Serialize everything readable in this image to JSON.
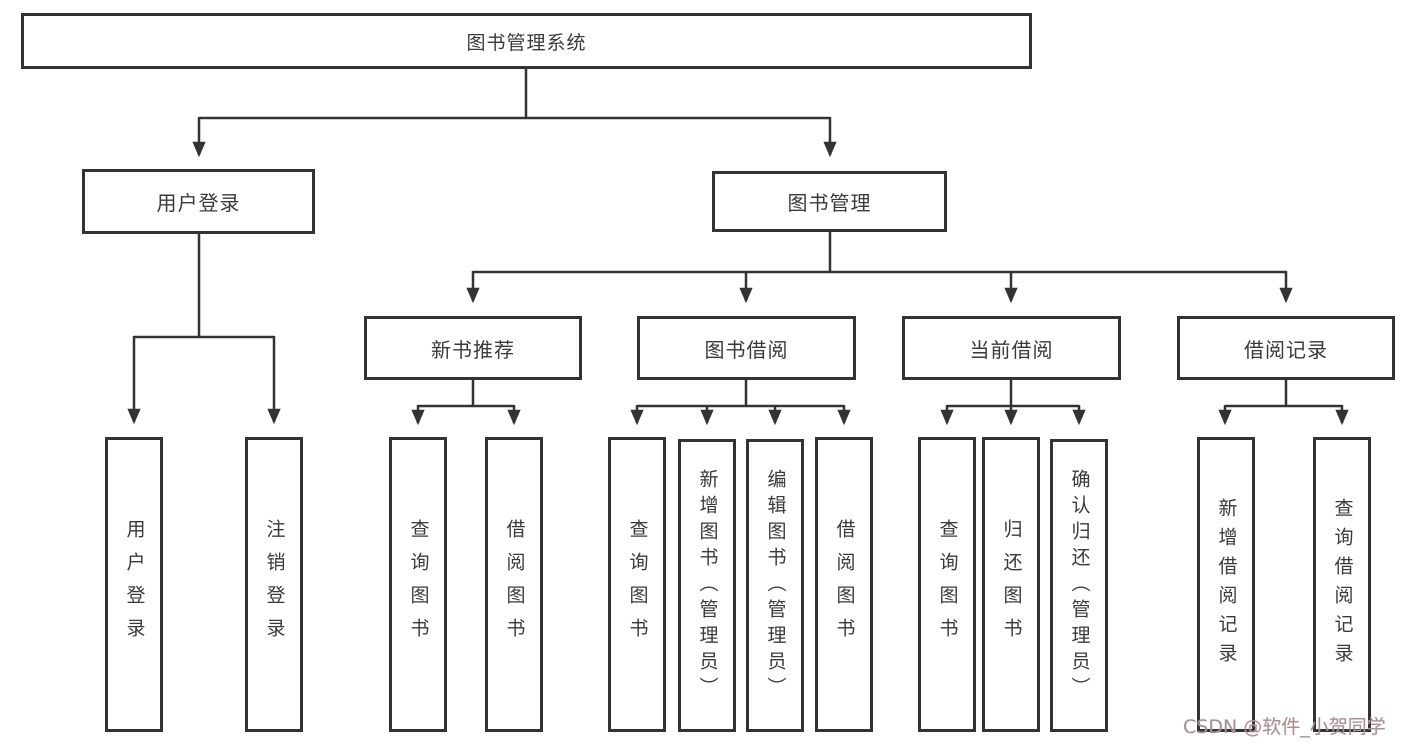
{
  "colors": {
    "line": "#333333",
    "text": "#3a3a3a",
    "box-bg": "#ffffff",
    "watermark": "#a29292"
  },
  "diagram": {
    "root": {
      "label": "图书管理系统"
    },
    "branches": [
      {
        "label": "用户登录",
        "children": [
          "用户登录",
          "注销登录"
        ]
      },
      {
        "label": "图书管理",
        "sections": [
          {
            "label": "新书推荐",
            "children": [
              "查询图书",
              "借阅图书"
            ]
          },
          {
            "label": "图书借阅",
            "children": [
              "查询图书",
              "新增图书（管理员）",
              "编辑图书（管理员）",
              "借阅图书"
            ]
          },
          {
            "label": "当前借阅",
            "children": [
              "查询图书",
              "归还图书",
              "确认归还（管理员）"
            ]
          },
          {
            "label": "借阅记录",
            "children": [
              "新增借阅记录",
              "查询借阅记录"
            ]
          }
        ]
      }
    ]
  },
  "watermark": {
    "text": "CSDN @软件_小贺同学"
  }
}
